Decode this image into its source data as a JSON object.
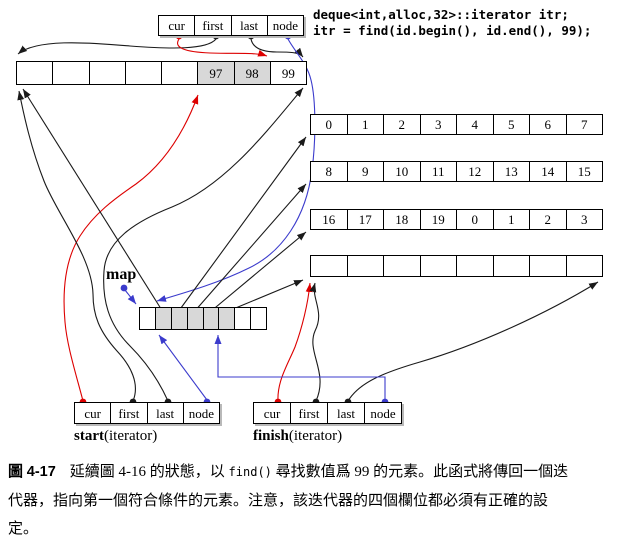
{
  "code": {
    "line1": "deque<int,alloc,32>::iterator itr;",
    "line2": "itr = find(id.begin(), id.end(), 99);"
  },
  "iterator_top": {
    "fields": [
      "cur",
      "first",
      "last",
      "node"
    ]
  },
  "buffers": {
    "buffer1": {
      "cells": [
        "",
        "",
        "",
        "",
        "",
        "97",
        "98",
        "99"
      ],
      "shaded": [
        5,
        6
      ]
    },
    "buffer2": {
      "cells": [
        "0",
        "1",
        "2",
        "3",
        "4",
        "5",
        "6",
        "7"
      ],
      "shaded": []
    },
    "buffer3": {
      "cells": [
        "8",
        "9",
        "10",
        "11",
        "12",
        "13",
        "14",
        "15"
      ],
      "shaded": []
    },
    "buffer4": {
      "cells": [
        "16",
        "17",
        "18",
        "19",
        "0",
        "1",
        "2",
        "3"
      ],
      "shaded": []
    },
    "buffer5": {
      "cells": [
        "",
        "",
        "",
        "",
        "",
        "",
        "",
        ""
      ],
      "shaded": []
    }
  },
  "map": {
    "label": "map",
    "cells": [
      "",
      "",
      "",
      "",
      "",
      "",
      "",
      ""
    ],
    "shaded": [
      1,
      2,
      3,
      4,
      5
    ]
  },
  "iterator_start": {
    "fields": [
      "cur",
      "first",
      "last",
      "node"
    ],
    "label_bold": "start",
    "label_rest": "(iterator)"
  },
  "iterator_finish": {
    "fields": [
      "cur",
      "first",
      "last",
      "node"
    ],
    "label_bold": "finish",
    "label_rest": "(iterator)"
  },
  "caption": {
    "fig_label": "圖",
    "fig_number": "4-17",
    "text_before_code": "延續圖 4-16 的狀態，以 ",
    "code": "find()",
    "text_after_code": " 尋找數值爲 99 的元素。此函式將傳回一個迭代器，指向第一個符合條件的元素。注意，該迭代器的四個欄位都必須有正確的設定。"
  },
  "colors": {
    "red": "#dd0000",
    "blue": "#3b3bcc",
    "black": "#1a1a1a",
    "cell_shade": "#d8d8d8"
  }
}
